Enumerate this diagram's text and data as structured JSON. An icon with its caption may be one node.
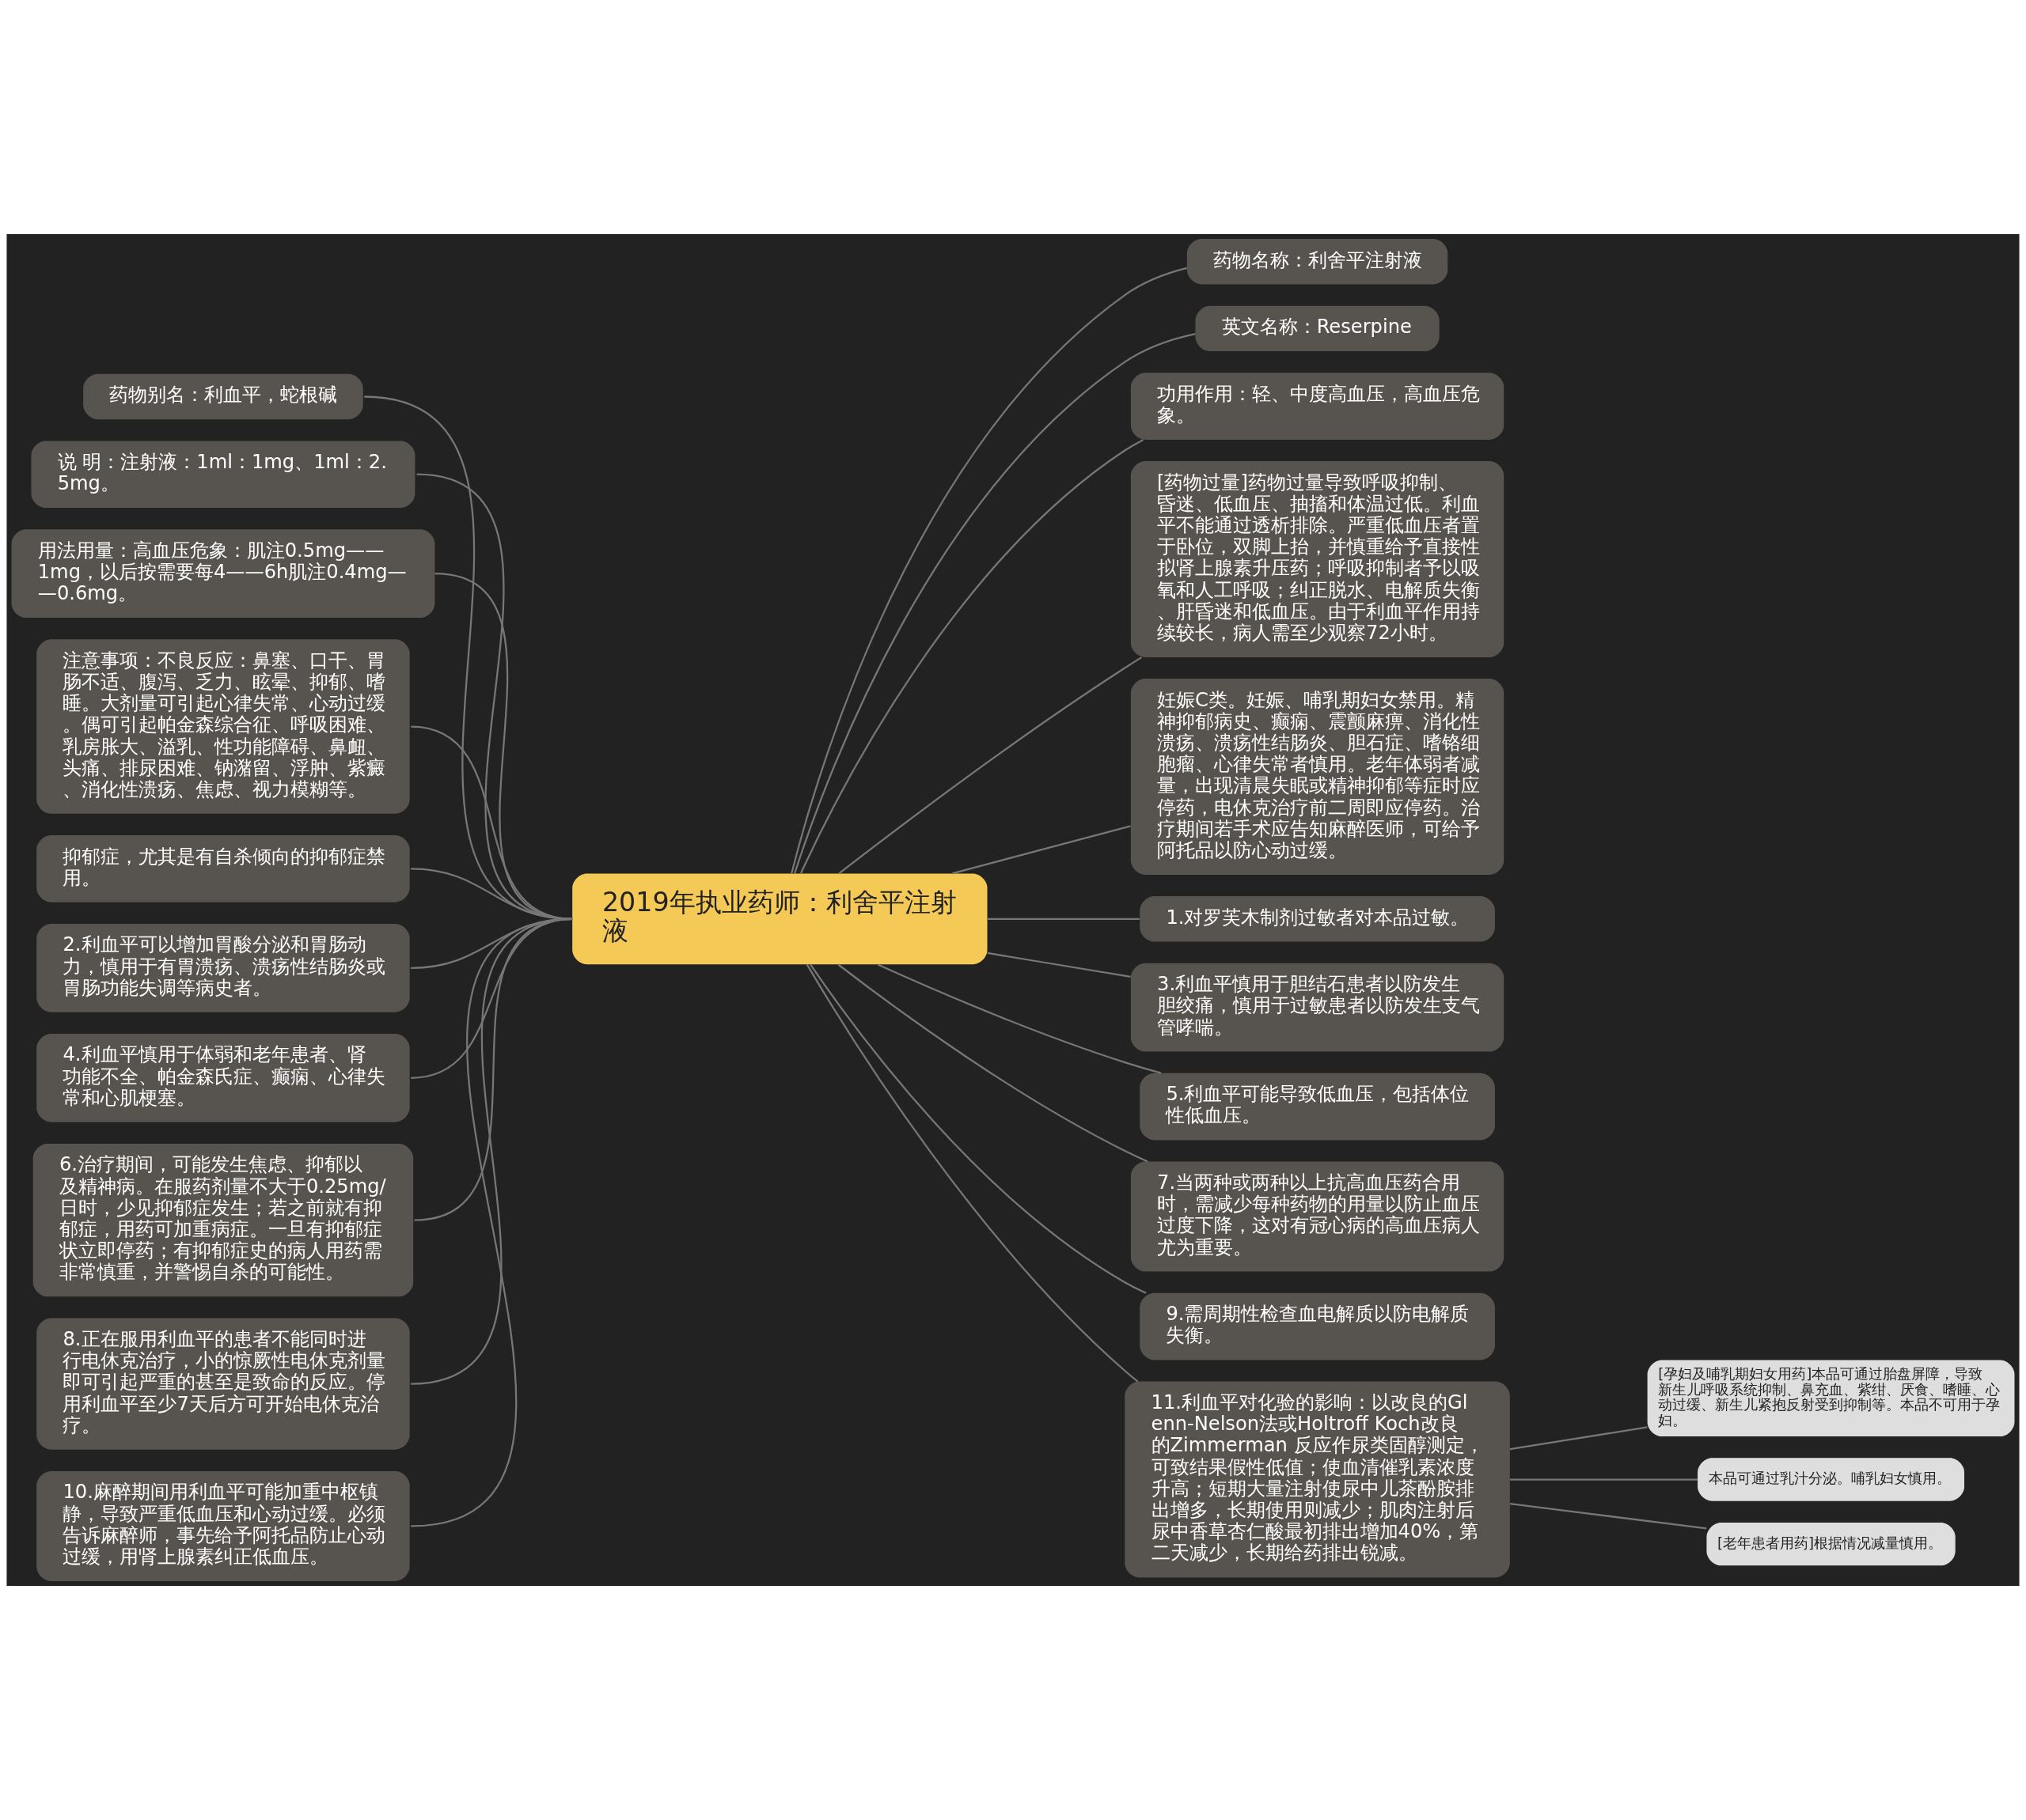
{
  "diagram": {
    "nodes": [
      {
        "text": [
          "2019年执业药师：利舍平注射液"
        ]
      },
      {
        "text": [
          "药物名称：利舍平注射液"
        ]
      },
      {
        "text": [
          "英文名称：Reserpine"
        ]
      },
      {
        "text": [
          "功用作用：轻、中度高血压，高血压危象。"
        ]
      },
      {
        "text": [
          "[药物过量]药物过量导致呼吸抑制、昏迷、低血压、抽搐和体温过低。利血平不能通过透析排除。严重低血压者置于卧位，双脚上抬，并慎重给予直接性拟肾上腺素升压药；呼吸抑制者予以吸氧和人工呼吸；纠正脱水、电解质失衡、肝昏迷和低血压。由于利血平作用持续较长，病人需至少观察72小时。"
        ]
      },
      {
        "text": [
          "妊娠C类。妊娠、哺乳期妇女禁用。精神抑郁病史、癫痫、震颤麻痹、消化性溃疡、溃疡性结肠炎、胆石症、嗜铬细胞瘤、心律失常者慎用。老年体弱者减量，出现清晨失眠或精神抑郁等症时应停药，电休克治疗前二周即应停药。治疗期间若手术应告知麻醉医师，可给予阿托品以防心动过缓。"
        ]
      },
      {
        "text": [
          "1.对罗芙木制剂过敏者对本品过敏。"
        ]
      },
      {
        "text": [
          "3.利血平慎用于胆结石患者以防发生胆绞痛，慎用于过敏患者以防发生支气管哮喘。"
        ]
      },
      {
        "text": [
          "5.利血平可能导致低血压，包括体位性低血压。"
        ]
      },
      {
        "text": [
          "7.当两种或两种以上抗高血压药合用时，需减少每种药物的用量以防止血压过度下降，这对有冠心病的高血压病人尤为重要。"
        ]
      },
      {
        "text": [
          "9.需周期性检查血电解质以防电解质失衡。"
        ]
      },
      {
        "text": [
          "11.利血平对化验的影响：以改良的Glenn-Nelson法或Holtroff Koch改良的Zimmerman 反应作尿类固醇测定，可致结果假性低值；使血清催乳素浓度升高；短期大量注射使尿中儿茶酚胺排出增多，长期使用则减少；肌肉注射后尿中香草杏仁酸最初排出增加40%，第二天减少，长期给药排出锐减。"
        ]
      },
      {
        "text": [
          "[孕妇及哺乳期妇女用药]本品可通过胎盘屏障，导致新生儿呼吸系统抑制、鼻充血、紫绀、厌食、嗜睡、心动过缓、新生儿紧抱反射受到抑制等。本品不可用于孕妇。"
        ]
      },
      {
        "text": [
          "本品可通过乳汁分泌。哺乳妇女慎用。"
        ]
      },
      {
        "text": [
          "[老年患者用药]根据情况减量慎用。"
        ]
      },
      {
        "text": [
          "药物别名：利血平，蛇根碱"
        ]
      },
      {
        "text": [
          "说 明：注射液：1ml：1mg、1ml：2.5mg。"
        ]
      },
      {
        "text": [
          "用法用量：高血压危象：肌注0.5mg——1mg，以后按需要每4——6h肌注0.4mg——0.6mg。"
        ]
      },
      {
        "text": [
          "注意事项：不良反应：鼻塞、口干、胃肠不适、腹泻、乏力、眩晕、抑郁、嗜睡。大剂量可引起心律失常、心动过缓。偶可引起帕金森综合征、呼吸困难、乳房胀大、溢乳、性功能障碍、鼻衄、头痛、排尿困难、钠潴留、浮肿、紫癜、消化性溃疡、焦虑、视力模糊等。"
        ]
      },
      {
        "text": [
          "抑郁症，尤其是有自杀倾向的抑郁症禁用。"
        ]
      },
      {
        "text": [
          "2.利血平可以增加胃酸分泌和胃肠动力，慎用于有胃溃疡、溃疡性结肠炎或胃肠功能失调等病史者。"
        ]
      },
      {
        "text": [
          "4.利血平慎用于体弱和老年患者、肾功能不全、帕金森氏症、癫痫、心律失常和心肌梗塞。"
        ]
      },
      {
        "text": [
          "6.治疗期间，可能发生焦虑、抑郁以及精神病。在服药剂量不大于0.25mg/日时，少见抑郁症发生；若之前就有抑郁症，用药可加重病症。一旦有抑郁症状立即停药；有抑郁症史的病人用药需非常慎重，并警惕自杀的可能性。"
        ]
      },
      {
        "text": [
          "8.正在服用利血平的患者不能同时进行电休克治疗，小的惊厥性电休克剂量即可引起严重的甚至是致命的反应。停用利血平至少7天后方可开始电休克治疗。"
        ]
      },
      {
        "text": [
          "10.麻醉期间用利血平可能加重中枢镇静，导致严重低血压和心动过缓。必须告诉麻醉师，事先给予阿托品防止心动过缓，用肾上腺素纠正低血压。"
        ]
      }
    ],
    "edges": [
      {
        "from": 0,
        "to": 1,
        "arrow": "none"
      },
      {
        "from": 0,
        "to": 2,
        "arrow": "none"
      },
      {
        "from": 0,
        "to": 3,
        "arrow": "none"
      },
      {
        "from": 0,
        "to": 4,
        "arrow": "none"
      },
      {
        "from": 0,
        "to": 5,
        "arrow": "none"
      },
      {
        "from": 0,
        "to": 6,
        "arrow": "none"
      },
      {
        "from": 0,
        "to": 7,
        "arrow": "none"
      },
      {
        "from": 0,
        "to": 8,
        "arrow": "none"
      },
      {
        "from": 0,
        "to": 9,
        "arrow": "none"
      },
      {
        "from": 0,
        "to": 10,
        "arrow": "none"
      },
      {
        "from": 0,
        "to": 11,
        "arrow": "none"
      },
      {
        "from": 11,
        "to": 12,
        "arrow": "none"
      },
      {
        "from": 11,
        "to": 13,
        "arrow": "none"
      },
      {
        "from": 11,
        "to": 14,
        "arrow": "none"
      },
      {
        "from": 0,
        "to": 15,
        "arrow": "none"
      },
      {
        "from": 0,
        "to": 16,
        "arrow": "none"
      },
      {
        "from": 0,
        "to": 17,
        "arrow": "none"
      },
      {
        "from": 0,
        "to": 18,
        "arrow": "none"
      },
      {
        "from": 0,
        "to": 19,
        "arrow": "none"
      },
      {
        "from": 0,
        "to": 20,
        "arrow": "none"
      },
      {
        "from": 0,
        "to": 21,
        "arrow": "none"
      },
      {
        "from": 0,
        "to": 22,
        "arrow": "none"
      },
      {
        "from": 0,
        "to": 23,
        "arrow": "none"
      },
      {
        "from": 0,
        "to": 24,
        "arrow": "none"
      }
    ]
  }
}
